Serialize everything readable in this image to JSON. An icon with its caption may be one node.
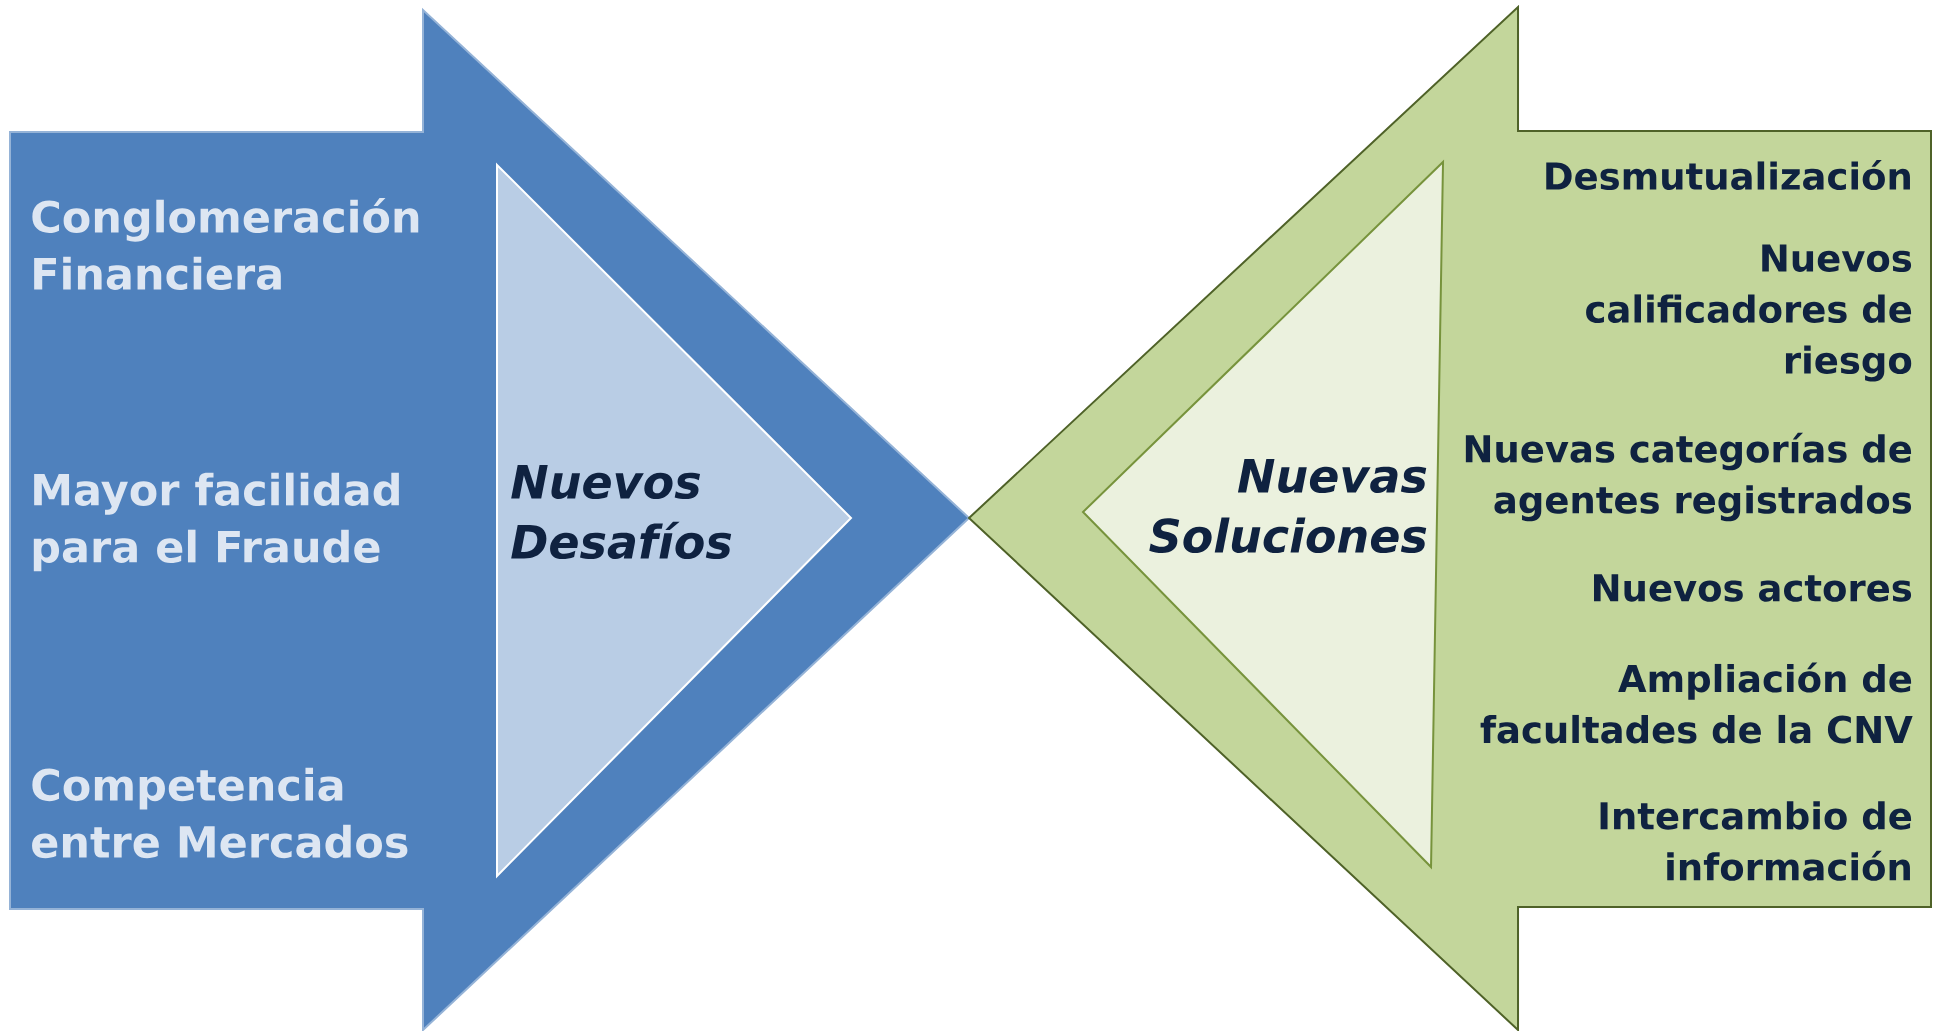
{
  "diagram": {
    "nodes": [
      {
        "text": [
          "Conglomeración Financiera",
          "Mayor facilidad para el Fraude",
          "Competencia entre Mercados"
        ]
      },
      {
        "text": [
          "Nuevos Desafíos"
        ],
        "in": 0
      },
      {
        "text": [
          "Desmutualización",
          "Nuevos calificadores de riesgo",
          "Nuevas categorías de agentes registrados",
          "Nuevos actores",
          "Ampliación de facultades de la CNV",
          "Intercambio de información"
        ]
      },
      {
        "text": [
          "Nuevas Soluciones"
        ],
        "in": 2
      }
    ]
  }
}
